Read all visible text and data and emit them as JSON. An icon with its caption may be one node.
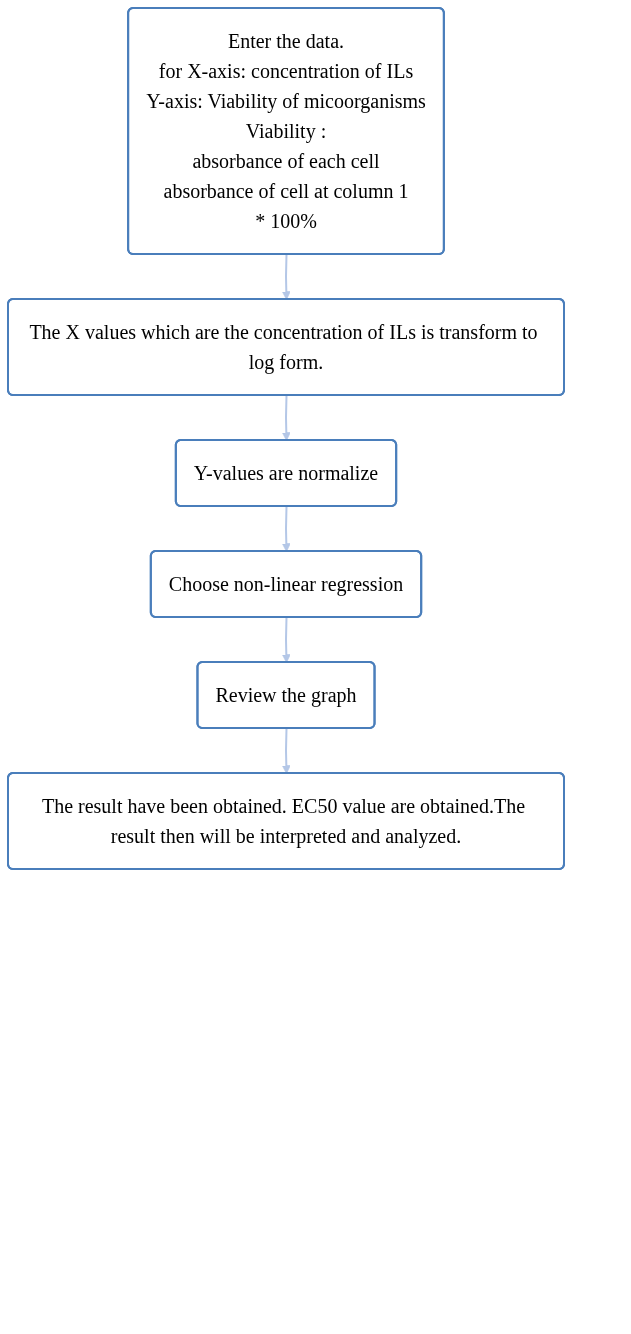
{
  "diagram": {
    "nodes": [
      {
        "text": [
          "Enter the data.",
          "for X-axis: concentration of ILs",
          "Y-axis: Viability of micoorganisms",
          "Viability :",
          "absorbance of each cell",
          "absorbance of cell at column 1",
          "* 100%"
        ]
      },
      {
        "text": [
          "The X values which are the concentration of ILs is transform to log form."
        ]
      },
      {
        "text": [
          "Y-values are normalize"
        ]
      },
      {
        "text": [
          "Choose non-linear regression"
        ]
      },
      {
        "text": [
          "Review the graph"
        ]
      },
      {
        "text": [
          "The result have been obtained. EC50 value are obtained.The result then will be interpreted and analyzed."
        ]
      }
    ],
    "edges": [
      {
        "from": 0,
        "to": 1,
        "arrow": "to"
      },
      {
        "from": 1,
        "to": 2,
        "arrow": "to"
      },
      {
        "from": 2,
        "to": 3,
        "arrow": "to"
      },
      {
        "from": 3,
        "to": 4,
        "arrow": "to"
      },
      {
        "from": 4,
        "to": 5,
        "arrow": "to"
      }
    ]
  }
}
